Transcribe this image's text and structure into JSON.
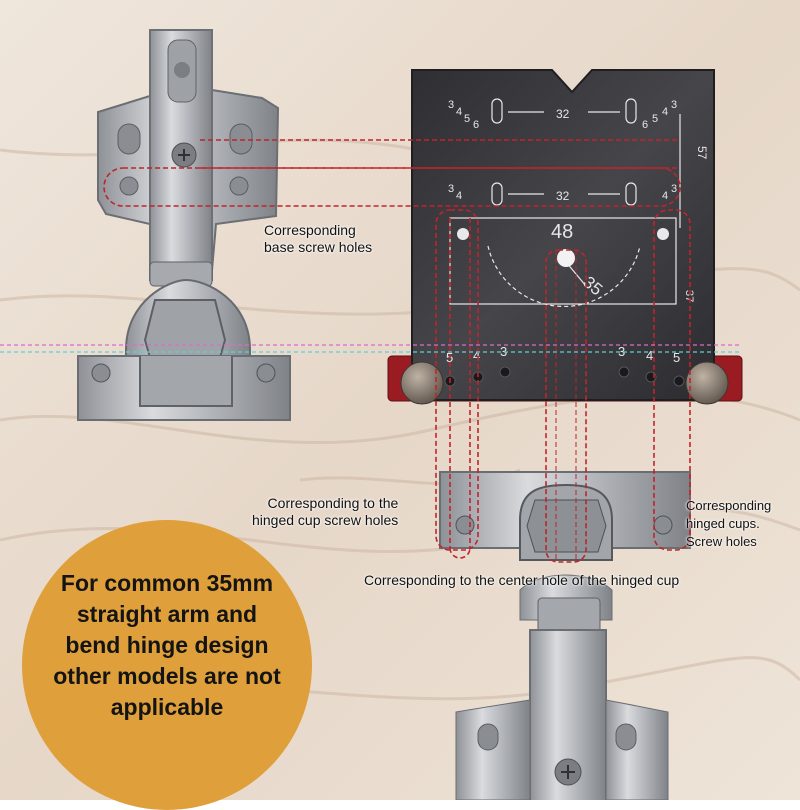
{
  "labels": {
    "base_screw_holes": "Corresponding\nbase screw holes",
    "cup_screw_holes_left": "Corresponding to the\nhinged cup screw holes",
    "cup_screw_holes_right": "Corresponding\nhinged cups.\nScrew holes",
    "center_hole": "Corresponding to the center hole of the hinged cup"
  },
  "badge": {
    "text": "For common 35mm\nstraight arm and\nbend hinge design\nother models are not\napplicable",
    "color": "#dfa03b"
  },
  "jig": {
    "row_spacing": "32",
    "side_scale": [
      "3",
      "4",
      "5",
      "6"
    ],
    "vertical_offset": "57",
    "cup_spacing": "48",
    "cup_diameter": "35",
    "cup_edge_offset": "37",
    "left_edge_marks": [
      "5",
      "4",
      "3"
    ],
    "right_edge_marks": [
      "3",
      "4",
      "5"
    ]
  },
  "colors": {
    "guide_line": "#c0242c",
    "jig_plate": "#3b3b3f",
    "jig_base": "#9a1c22",
    "metal": "#b9bcc0",
    "wood": "#e9ddd2"
  }
}
